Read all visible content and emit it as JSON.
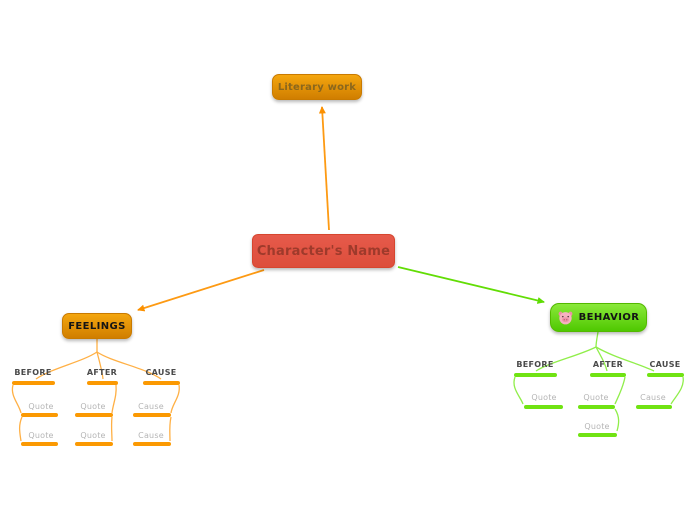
{
  "colors": {
    "orange": "#fb9902",
    "green": "#70e312",
    "red": "#e25243"
  },
  "nodes": {
    "literary": {
      "label": "Literary work"
    },
    "root": {
      "label": "Character's Name"
    },
    "feelings": {
      "label": "FEELINGS",
      "children": [
        {
          "label": "BEFORE",
          "leaves": [
            "Quote",
            "Quote"
          ]
        },
        {
          "label": "AFTER",
          "leaves": [
            "Quote",
            "Quote"
          ]
        },
        {
          "label": "CAUSE",
          "leaves": [
            "Cause",
            "Cause"
          ]
        }
      ]
    },
    "behavior": {
      "label": "BEHAVIOR",
      "icon": "pig-face-icon",
      "children": [
        {
          "label": "BEFORE",
          "leaves": [
            "Quote"
          ]
        },
        {
          "label": "AFTER",
          "leaves": [
            "Quote",
            "Quote"
          ]
        },
        {
          "label": "CAUSE",
          "leaves": [
            "Cause"
          ]
        }
      ]
    }
  }
}
